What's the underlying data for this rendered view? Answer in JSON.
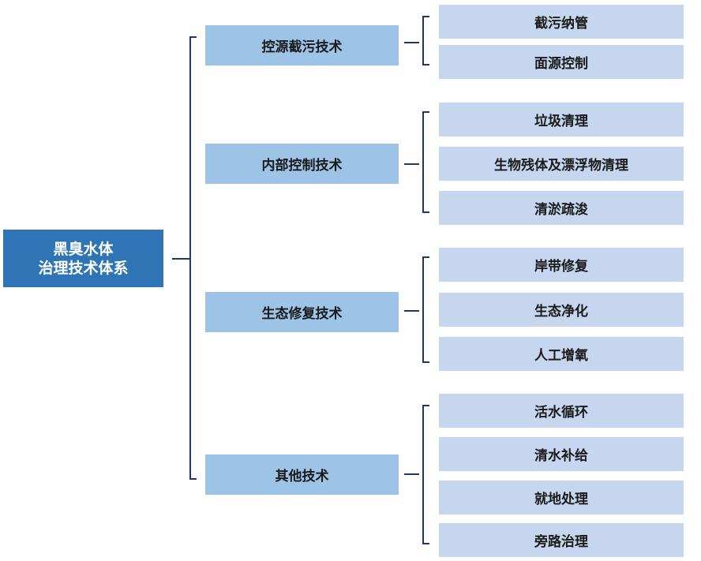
{
  "root": {
    "label": "黑臭水体\n治理技术体系"
  },
  "categories": [
    {
      "label": "控源截污技术",
      "items": [
        "截污纳管",
        "面源控制"
      ]
    },
    {
      "label": "内部控制技术",
      "items": [
        "垃圾清理",
        "生物残体及漂浮物清理",
        "清淤疏浚"
      ]
    },
    {
      "label": "生态修复技术",
      "items": [
        "岸带修复",
        "生态净化",
        "人工增氧"
      ]
    },
    {
      "label": "其他技术",
      "items": [
        "活水循环",
        "清水补给",
        "就地处理",
        "旁路治理"
      ]
    }
  ],
  "colors": {
    "root": "#2f75b6",
    "category": "#9dc3e6",
    "leaf": "#c5d6ee",
    "line": "#1f3864"
  }
}
